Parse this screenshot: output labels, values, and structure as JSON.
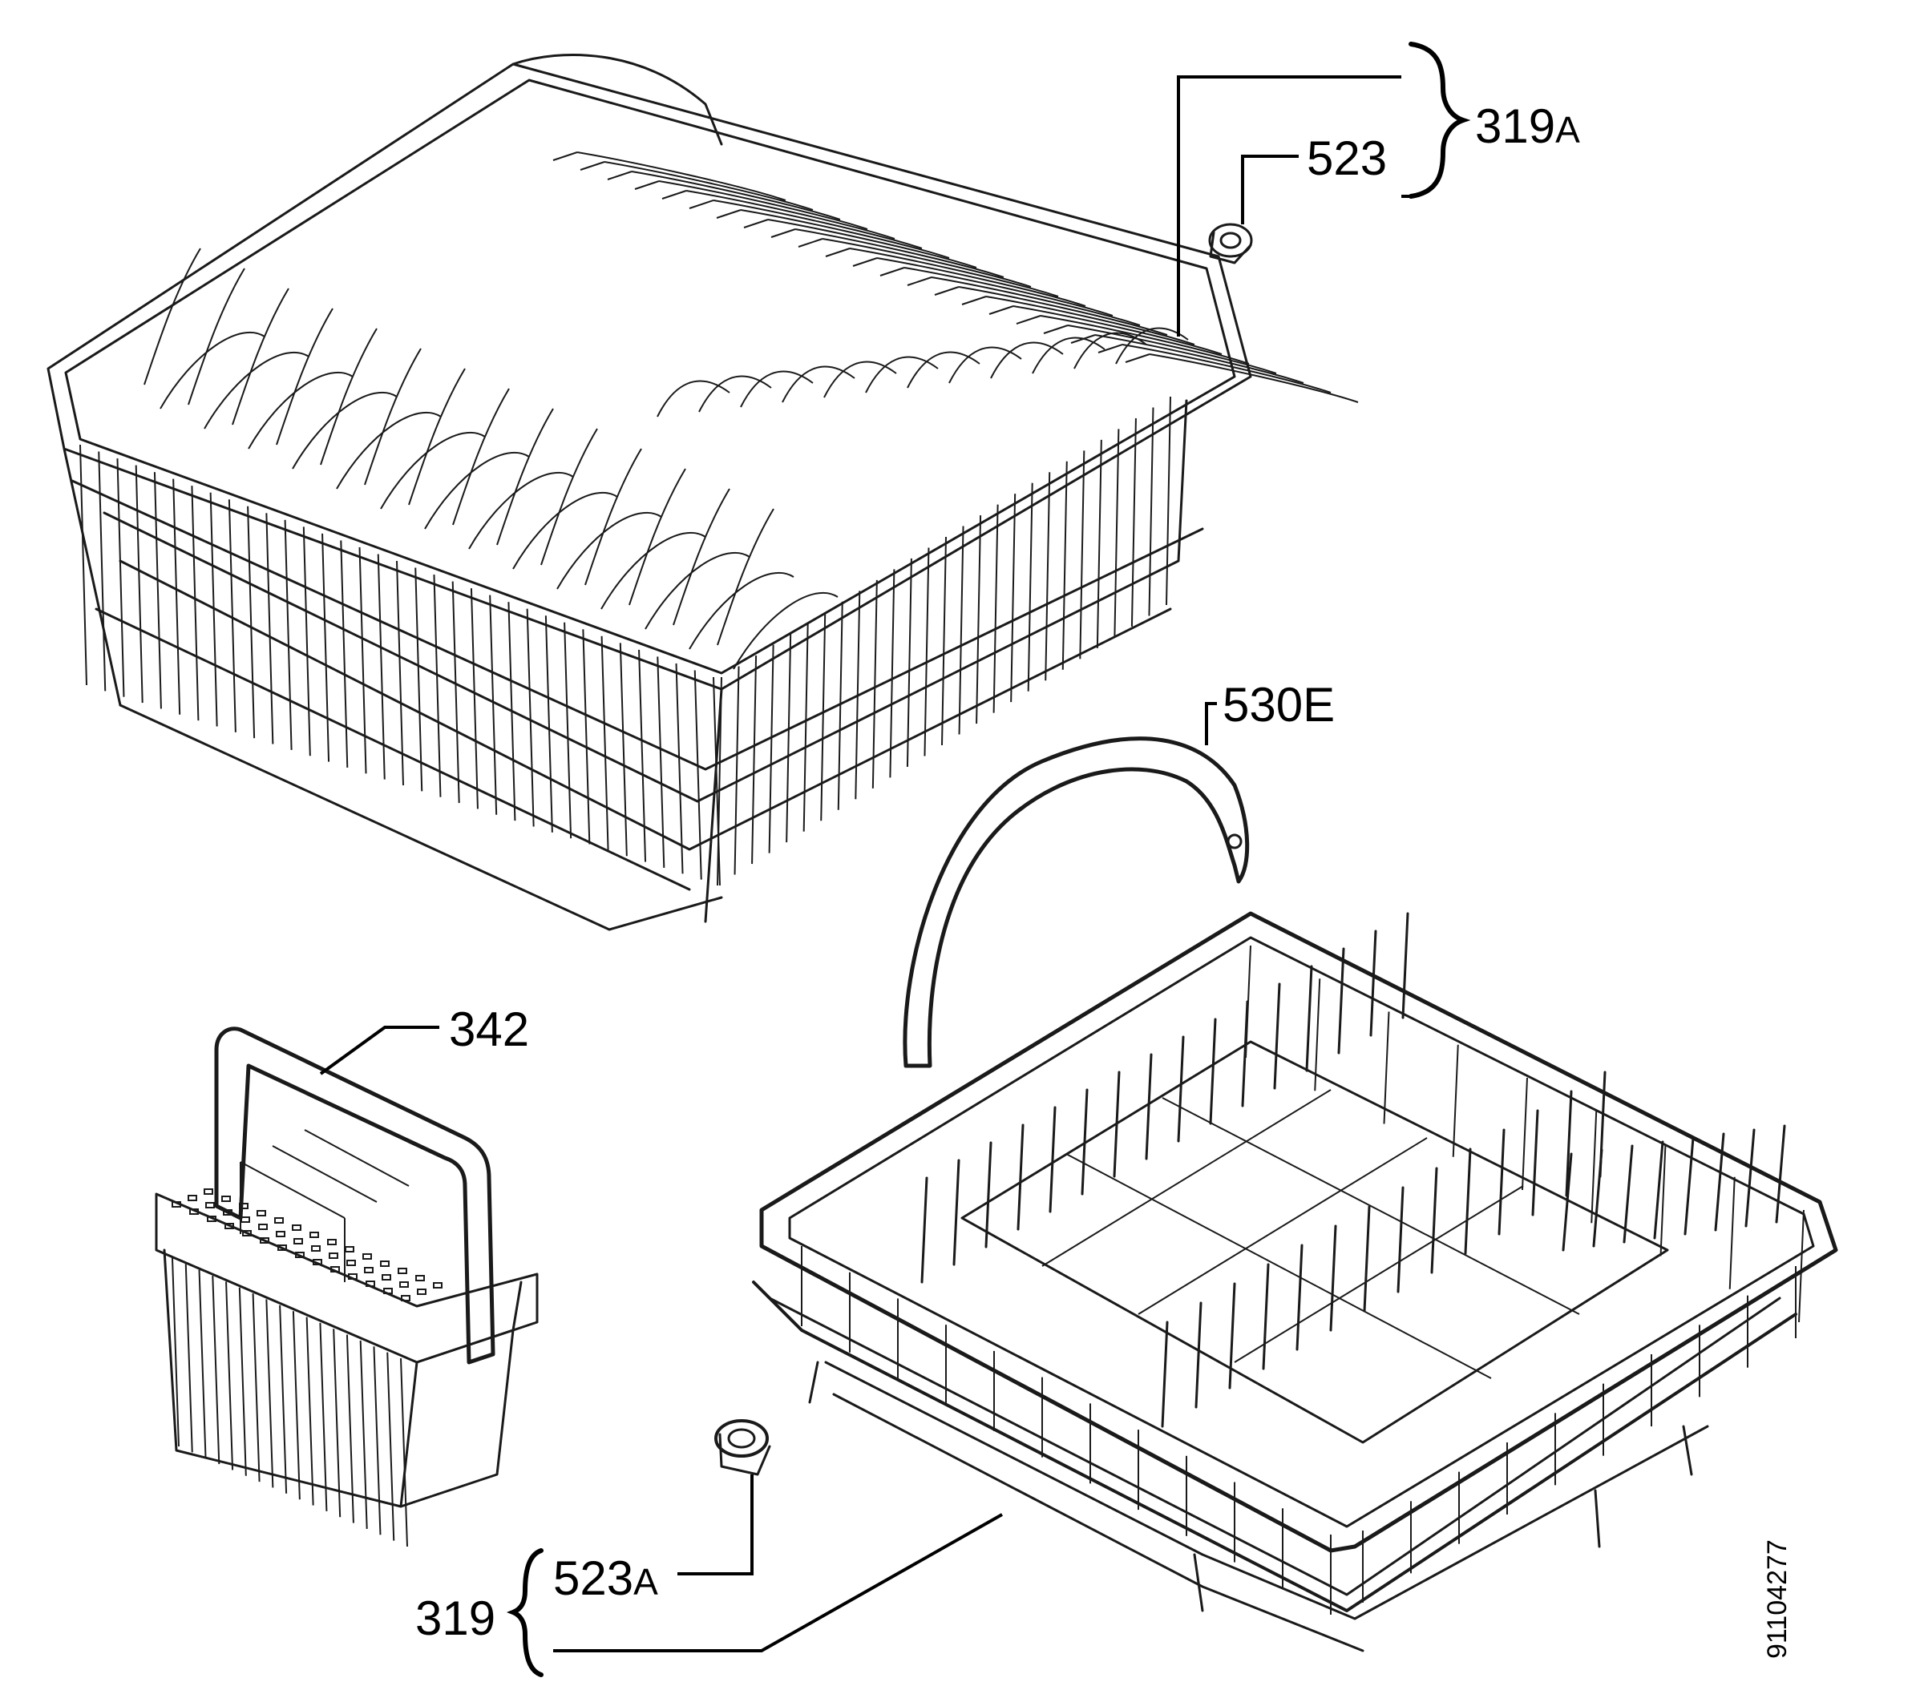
{
  "callouts": {
    "upper_basket_assembly": {
      "number": "319",
      "suffix": "A"
    },
    "upper_basket_wheel": {
      "number": "523",
      "suffix": ""
    },
    "basket_handle": {
      "number": "530E",
      "suffix": ""
    },
    "cutlery_basket": {
      "number": "342",
      "suffix": ""
    },
    "lower_basket_wheel": {
      "number": "523",
      "suffix": "A"
    },
    "lower_basket_assembly": {
      "number": "319",
      "suffix": ""
    }
  },
  "document_id": "91104277",
  "colors": {
    "line": "#1a1a1a",
    "background": "#ffffff"
  }
}
